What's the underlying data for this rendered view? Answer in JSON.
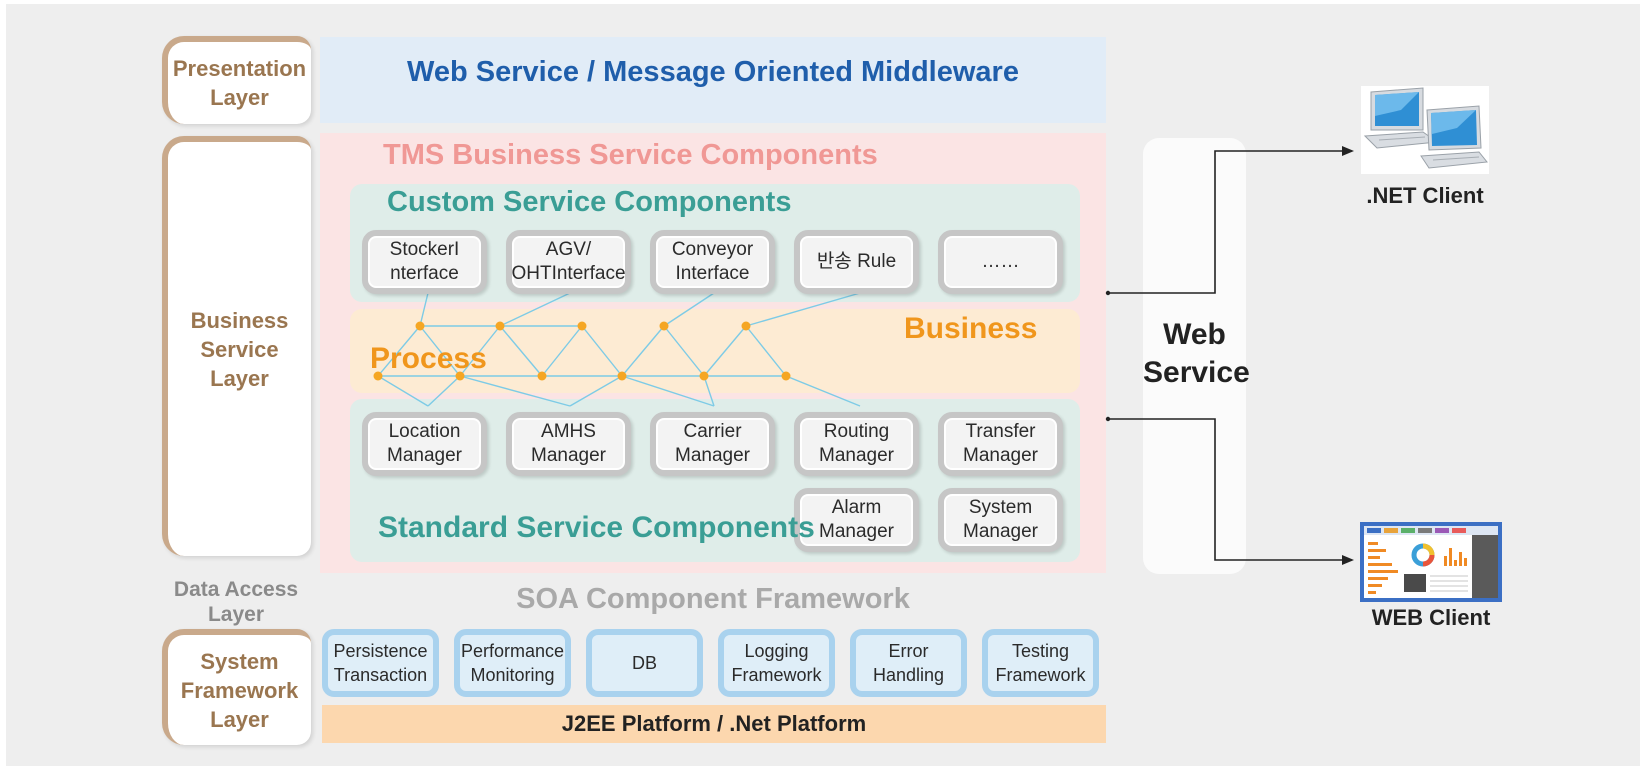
{
  "layers": {
    "presentation": "Presentation\nLayer",
    "business": "Business\nService\nLayer",
    "data_access": "Data Access\nLayer",
    "system_framework": "System\nFramework\nLayer"
  },
  "presentation_panel": {
    "title": "Web Service / Message Oriented Middleware"
  },
  "tms": {
    "title": "TMS Business Service Components"
  },
  "custom": {
    "title": "Custom Service Components",
    "items": [
      "StockerI\nnterface",
      "AGV/\nOHTInterface",
      "Conveyor\nInterface",
      "반송 Rule",
      "……"
    ]
  },
  "process": {
    "left_label": "Process",
    "right_label": "Business"
  },
  "standard": {
    "title": "Standard Service Components",
    "items": [
      "Location\nManager",
      "AMHS\nManager",
      "Carrier\nManager",
      "Routing\nManager",
      "Transfer\nManager"
    ],
    "extra_items": [
      "Alarm\nManager",
      "System\nManager"
    ]
  },
  "soa": {
    "title": "SOA Component Framework"
  },
  "framework_items": [
    "Persistence\nTransaction",
    "Performance\nMonitoring",
    "DB",
    "Logging\nFramework",
    "Error\nHandling",
    "Testing\nFramework"
  ],
  "platform": {
    "label": "J2EE Platform / .Net Platform"
  },
  "web_service": {
    "label": "Web\nService"
  },
  "clients": {
    "net": ".NET Client",
    "web": "WEB Client"
  },
  "colors": {
    "presentation_bg": "#e1ecf7",
    "presentation_text": "#1f5eab",
    "tms_bg": "#fbe4e4",
    "tms_text": "#f09895",
    "custom_bg": "#dfede9",
    "teal_text": "#3a9e95",
    "process_bg": "#fdebd3",
    "process_text": "#f0961c",
    "platform_bg": "#fcd7ae",
    "soa_text": "#a9a9a9",
    "layer_border": "#c9a98b",
    "layer_text": "#9a7650"
  }
}
